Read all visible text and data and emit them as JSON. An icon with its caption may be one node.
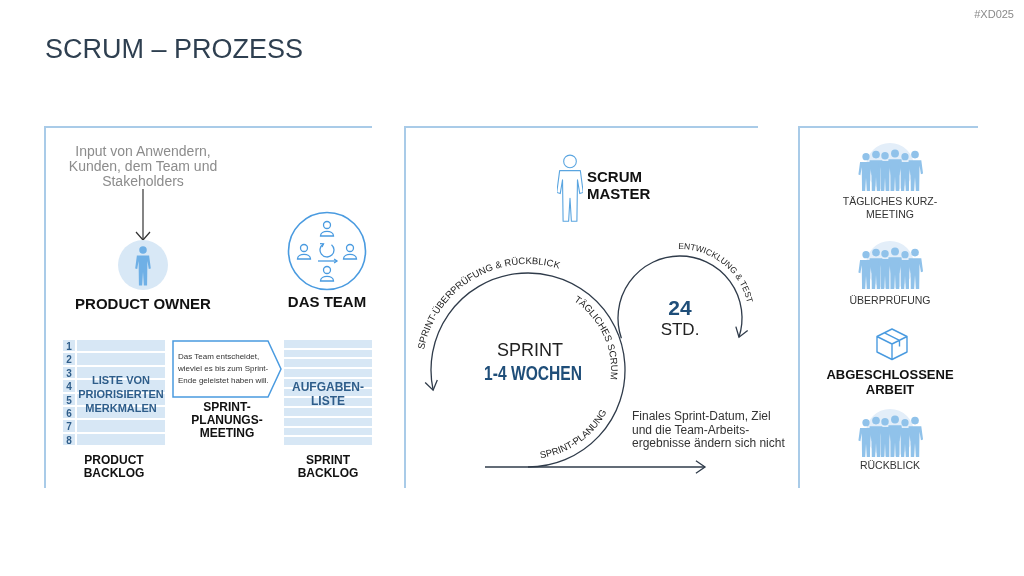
{
  "diagram": {
    "title": "SCRUM – PROZESS",
    "nodes": [
      {
        "text": [
          "Input von Anwendern, Kunden, dem Team und Stakeholders"
        ]
      },
      {
        "text": [
          "PRODUCT OWNER"
        ]
      },
      {
        "text": [
          "DAS TEAM"
        ]
      },
      {
        "text": [
          "1",
          "2",
          "3",
          "4",
          "5",
          "6",
          "7",
          "8",
          "LISTE VON PRIORISIERTEN MERKMALEN",
          "PRODUCT BACKLOG"
        ]
      },
      {
        "text": [
          "Das Team entscheidet, wieviel es bis zum Sprint-Ende geleistet haben will.",
          "SPRINT-PLANUNGS-MEETING"
        ]
      },
      {
        "text": [
          "AUFGABEN-LISTE",
          "SPRINT BACKLOG"
        ]
      }
    ],
    "edges": [
      {
        "from": 0,
        "to": 1,
        "arrow": "to"
      }
    ],
    "labels": [
      "#XD025",
      "SCRUM MASTER",
      "SPRINT-ÜBERPRÜFUNG & RÜCKBLICK",
      "ENTWICKLUNG & TEST",
      "24",
      "STD.",
      "TÄGLICHES SCRUM",
      "SPRINT",
      "1-4 WOCHEN",
      "SPRINT-PLANUNG",
      "Finales Sprint-Datum, Ziel und die Team-Arbeits-ergebnisse ändern sich nicht",
      "TÄGLICHES KURZ-MEETING",
      "ÜBERPRÜFUNG",
      "ABGESCHLOSSENE ARBEIT",
      "RÜCKBLICK"
    ]
  }
}
